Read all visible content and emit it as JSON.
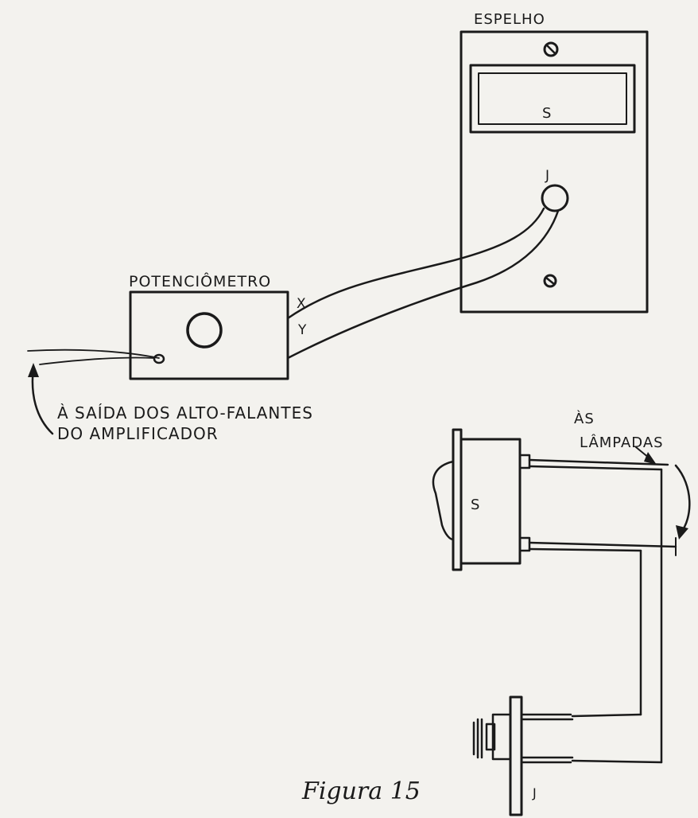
{
  "labels": {
    "mirror": "ESPELHO",
    "switch_on_plate": "S",
    "jack_on_plate": "J",
    "potentiometer": "POTENCIÔMETRO",
    "terminal_x": "X",
    "terminal_y": "Y",
    "speaker_line1": "À SAÍDA DOS ALTO-FALANTES",
    "speaker_line2": "DO AMPLIFICADOR",
    "lamps_line1": "ÀS",
    "lamps_line2": "LÂMPADAS",
    "switch_detail": "S",
    "jack_detail": "J"
  },
  "caption": "Figura 15"
}
